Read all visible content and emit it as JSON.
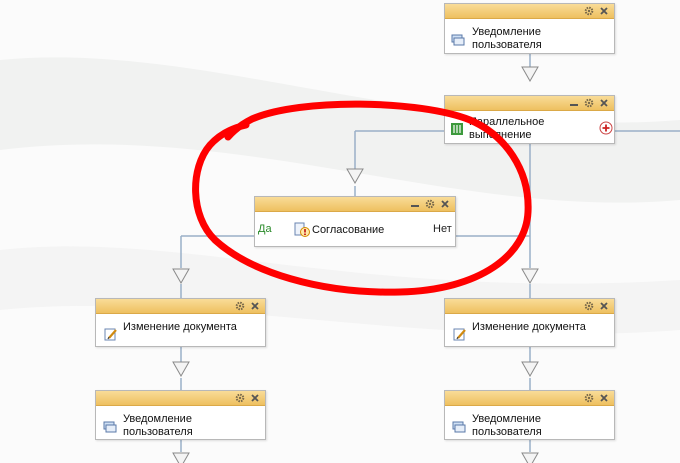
{
  "blocks": {
    "notify_top": {
      "label": "Уведомление пользователя",
      "icon": "monitor-icon"
    },
    "parallel": {
      "label": "Параллельное выполнение",
      "icon": "parallel-icon",
      "add_icon": "add-branch-icon"
    },
    "approval": {
      "label": "Согласование",
      "yes_label": "Да",
      "no_label": "Нет",
      "icon": "approval-icon"
    },
    "change_left": {
      "label": "Изменение документа",
      "icon": "edit-document-icon"
    },
    "change_right": {
      "label": "Изменение документа",
      "icon": "edit-document-icon"
    },
    "notify_left": {
      "label": "Уведомление пользователя",
      "icon": "monitor-icon"
    },
    "notify_right": {
      "label": "Уведомление пользователя",
      "icon": "monitor-icon"
    }
  },
  "header_buttons": {
    "minimize": "minimize-icon",
    "settings": "gear-icon",
    "close": "close-icon"
  },
  "colors": {
    "header": "#eec060",
    "connector": "#9ab0c8",
    "annotation": "#ff0000",
    "yes": "#2a8a2a"
  }
}
